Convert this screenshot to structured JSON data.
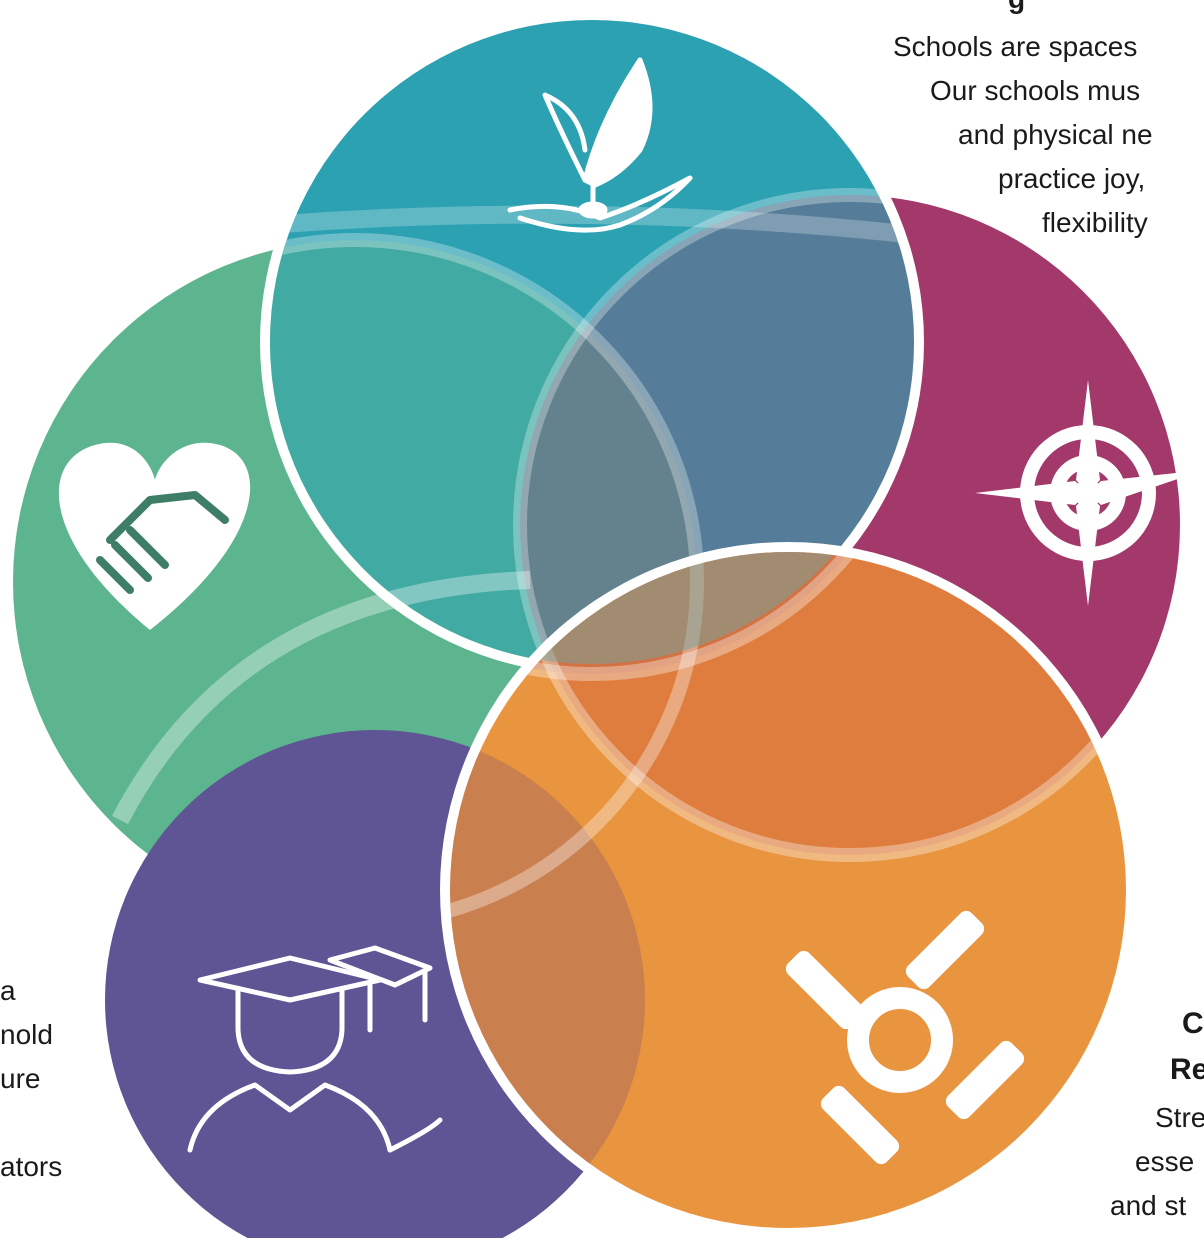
{
  "top_text": {
    "heading_fragment": "g",
    "lines": [
      "Schools are spaces",
      "Our schools mus",
      "and physical ne",
      "practice joy,",
      "flexibility"
    ]
  },
  "bottom_right_text": {
    "title_lines": [
      "C",
      "Re"
    ],
    "lines": [
      "Stre",
      "esse",
      "and st"
    ]
  },
  "left_text": {
    "lines": [
      "a",
      "nold",
      "ure",
      "ators"
    ]
  },
  "colors": {
    "teal": "#2BA1B2",
    "green": "#5DB58F",
    "magenta": "#A3386A",
    "purple": "#5F5494",
    "orange": "#E9943E"
  },
  "icons": [
    "sprout-in-hand-icon",
    "heart-handshake-icon",
    "compass-rose-icon",
    "graduates-icon",
    "linked-hands-icon"
  ]
}
